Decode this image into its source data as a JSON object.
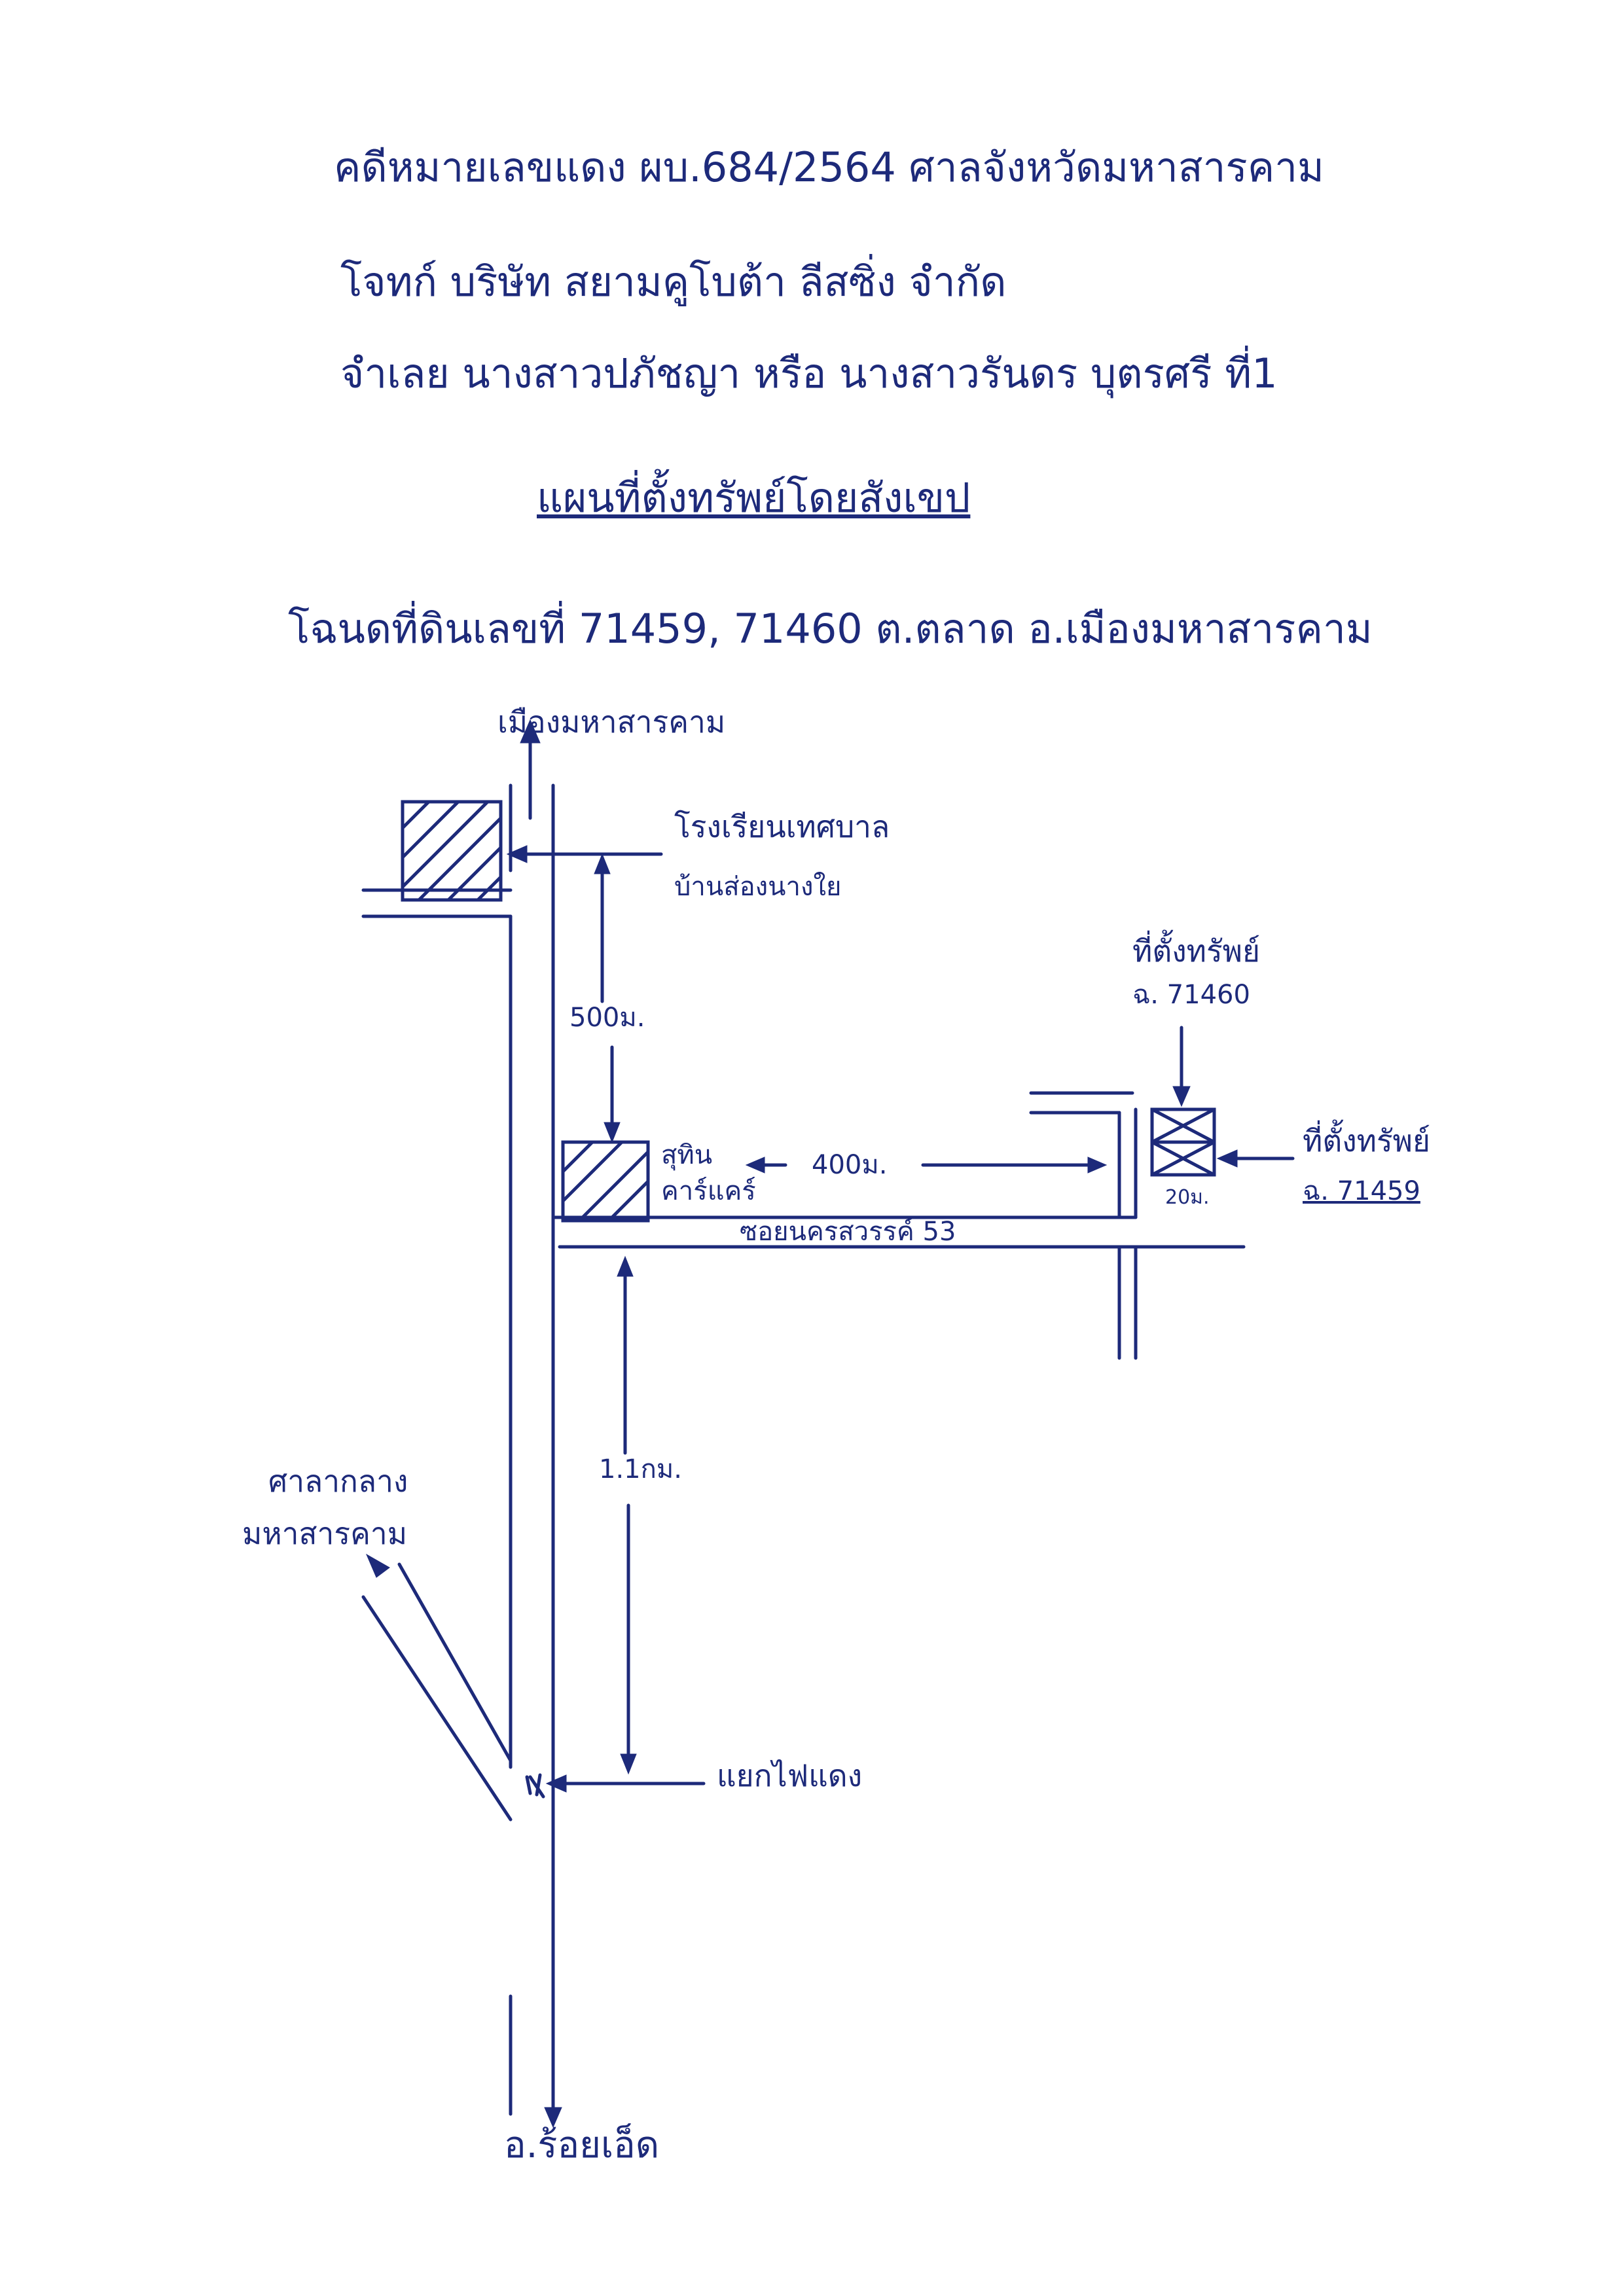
{
  "header": {
    "case_line": "คดีหมายเลขแดง ผบ.684/2564 ศาลจังหวัดมหาสารคาม",
    "plaintiff_line": "โจทก์ บริษัท สยามคูโบต้า ลีสซิ่ง จำกัด",
    "defendant_line": "จำเลย นางสาวปภัชญา หรือ นางสาวรันดร บุตรศรี ที่1",
    "title": "แผนที่ตั้งทรัพย์โดยสังเขป",
    "deed_line": "โฉนดที่ดินเลขที่ 71459, 71460 ต.ตลาด อ.เมืองมหาสารคาม"
  },
  "map": {
    "north_label": "เมืองมหาสารคาม",
    "school_label_1": "โรงเรียนเทศบาล",
    "school_label_2": "บ้านส่องนางใย",
    "dist_500": "500ม.",
    "shop_label_1": "สุทิน",
    "shop_label_2": "คาร์แคร์",
    "dist_400": "400ม.",
    "soi_label": "ซอยนครสวรรค์ 53",
    "property_a_1": "ที่ตั้งทรัพย์",
    "property_a_2": "ฉ. 71460",
    "property_b_1": "ที่ตั้งทรัพย์",
    "property_b_2": "ฉ. 71459",
    "dist_20": "20ม.",
    "dist_11": "1.1กม.",
    "hall_label_1": "ศาลากลาง",
    "hall_label_2": "มหาสารคาม",
    "traffic_light": "แยกไฟแดง",
    "south_label": "อ.ร้อยเอ็ด"
  },
  "colors": {
    "ink": "#1d2a7a",
    "paper": "#ffffff"
  }
}
